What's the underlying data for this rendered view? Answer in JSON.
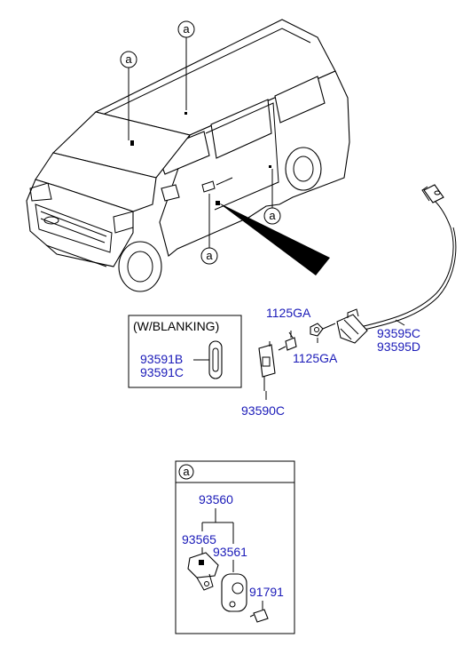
{
  "callouts": {
    "a1": "a",
    "a2": "a",
    "a3": "a",
    "a4": "a"
  },
  "blanking_box": {
    "title": "(W/BLANKING)",
    "part_1": "93591B",
    "part_2": "93591C"
  },
  "parts": {
    "bolt_top": "1125GA",
    "bolt_mid": "1125GA",
    "harness_1": "93595C",
    "harness_2": "93595D",
    "switch": "93590C"
  },
  "detail": {
    "label": "a",
    "assembly": "93560",
    "sub_1": "93565",
    "sub_2": "93561",
    "screw": "91791"
  },
  "colors": {
    "part_number": "#1a1ab8",
    "line": "#000000"
  }
}
